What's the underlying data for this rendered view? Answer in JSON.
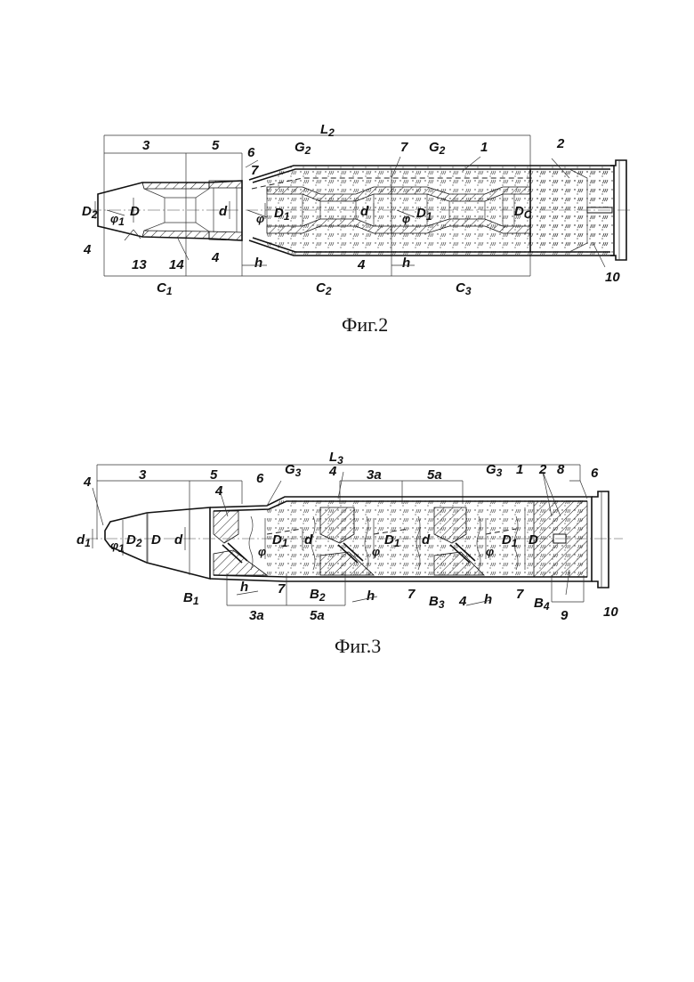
{
  "figures": [
    {
      "caption": "Фиг.2",
      "labels": {
        "L": "L",
        "L_sub": "2",
        "n3": "3",
        "n5": "5",
        "n6": "6",
        "n7a": "7",
        "n7b": "7",
        "G2a": "G",
        "G2a_sub": "2",
        "G2b": "G",
        "G2b_sub": "2",
        "n1": "1",
        "n2": "2",
        "D2": "D",
        "D2_sub": "2",
        "phi1": "φ",
        "phi1_sub": "1",
        "D": "D",
        "d1": "d",
        "phi_a": "φ",
        "D1a": "D",
        "D1a_sub": "1",
        "d2": "d",
        "phi_b": "φ",
        "D1b": "D",
        "D1b_sub": "1",
        "DC": "D",
        "DC_sub": "C",
        "n4a": "4",
        "n13": "13",
        "n14": "14",
        "n4b": "4",
        "h1": "h",
        "n4c": "4",
        "h2": "h",
        "n10": "10",
        "C1": "C",
        "C1_sub": "1",
        "C2": "C",
        "C2_sub": "2",
        "C3": "C",
        "C3_sub": "3"
      }
    },
    {
      "caption": "Фиг.3",
      "labels": {
        "L": "L",
        "L_sub": "3",
        "n4top": "4",
        "n3": "3",
        "n5": "5",
        "n4b": "4",
        "n6": "6",
        "G3a": "G",
        "G3a_sub": "3",
        "n4c": "4",
        "n3a_top": "3a",
        "n5a_top": "5a",
        "G3b": "G",
        "G3b_sub": "3",
        "n1": "1",
        "n2": "2",
        "n8": "8",
        "n6b": "6",
        "d1": "d",
        "d1_sub": "1",
        "phi1": "φ",
        "phi1_sub": "1",
        "D2": "D",
        "D2_sub": "2",
        "D": "D",
        "da": "d",
        "D1a": "D",
        "D1a_sub": "1",
        "phia": "φ",
        "db": "d",
        "D1b": "D",
        "D1b_sub": "1",
        "phib": "φ",
        "dc": "d",
        "D1c": "D",
        "D1c_sub": "1",
        "phic": "φ",
        "Dend": "D",
        "B1": "B",
        "B1_sub": "1",
        "h1": "h",
        "n7a": "7",
        "n3a_bot": "3a",
        "B2": "B",
        "B2_sub": "2",
        "n5a_bot": "5a",
        "h2": "h",
        "n7b": "7",
        "B3": "B",
        "B3_sub": "3",
        "n4d": "4",
        "h3": "h",
        "n7c": "7",
        "B4": "B",
        "B4_sub": "4",
        "n9": "9",
        "n10": "10"
      }
    }
  ]
}
